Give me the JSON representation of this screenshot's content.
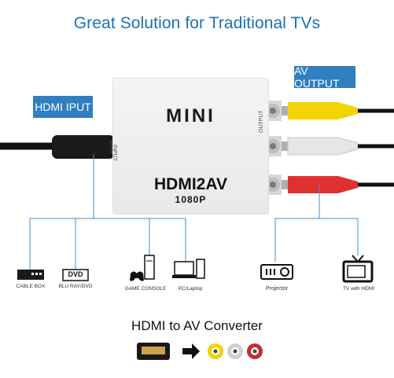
{
  "headline": "Great Solution for Traditional TVs",
  "labels": {
    "hdmi_input": "HDMI IPUT",
    "av_output": "AV OUTPUT"
  },
  "device": {
    "brand": "MINI",
    "input_side": "INPUT",
    "output_side": "OUTPUT",
    "model": "HDMI2AV",
    "resolution": "1080P"
  },
  "sources": {
    "cable_box": "CABLE BOX",
    "dvd_badge": "DVD",
    "dvd": "BLU RAY/DVD",
    "game_console": "GAME CONSOLE",
    "pc": "PC/Laptop"
  },
  "outputs": {
    "projector": "Projector",
    "tv": "TV with HDMI"
  },
  "subtitle": "HDMI to AV Converter",
  "colors": {
    "accent_blue": "#2f7fc1",
    "headline_blue": "#1f6fb0",
    "connector_line": "#3f8fd0",
    "rca_yellow": "#f2d400",
    "rca_white": "#e6e6e6",
    "rca_red": "#e03030"
  }
}
